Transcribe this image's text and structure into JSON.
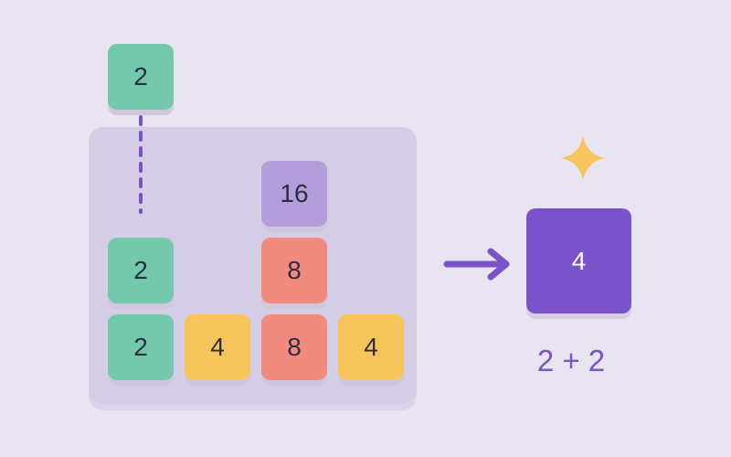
{
  "falling_tile": {
    "value": "2"
  },
  "board": {
    "tiles": [
      {
        "value": "16"
      },
      {
        "value": "2"
      },
      {
        "value": "8"
      },
      {
        "value": "2"
      },
      {
        "value": "4"
      },
      {
        "value": "8"
      },
      {
        "value": "4"
      }
    ]
  },
  "merge": {
    "result": "4",
    "equation": "2 + 2"
  },
  "colors": {
    "background": "#e8e4f1",
    "board": "#d5cce6",
    "tile_2": "#74c9ad",
    "tile_4": "#f8c55c",
    "tile_8": "#f28b7f",
    "tile_16": "#b39ddb",
    "accent": "#7a52c9",
    "sparkle": "#f8c55c"
  },
  "icons": {
    "drop_guide": "dashed-line",
    "merge_arrow": "arrow-right-icon",
    "sparkle": "sparkle-icon"
  }
}
